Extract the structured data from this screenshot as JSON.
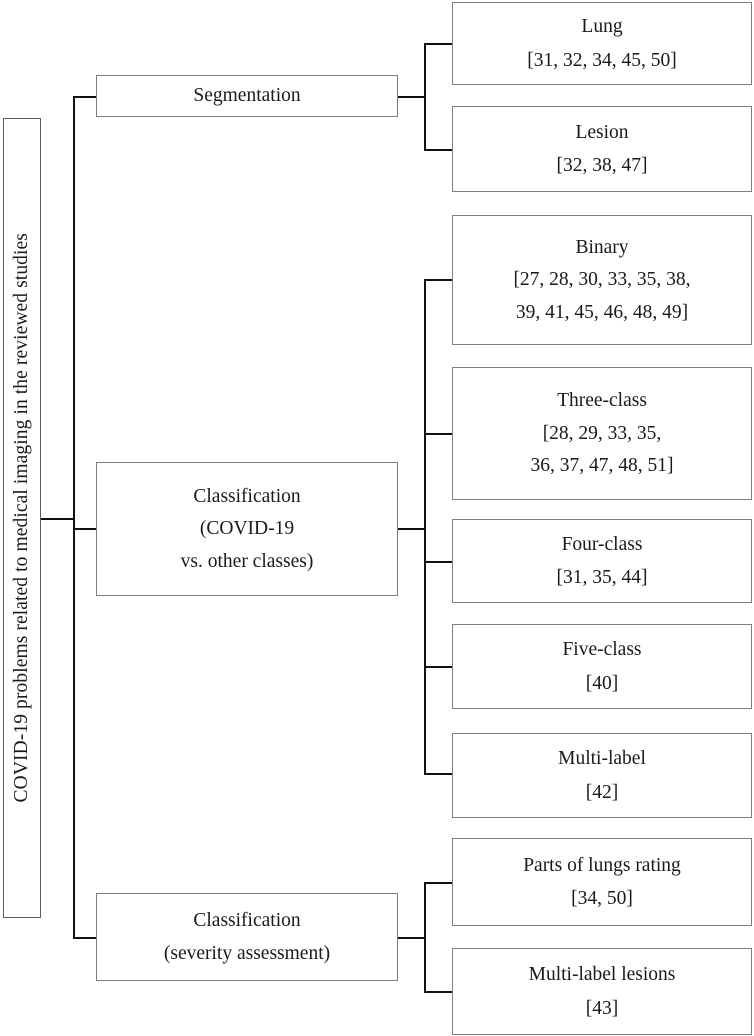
{
  "diagram": {
    "type": "tree-hierarchy",
    "root": {
      "label": "COVID-19 problems related to medical imaging in the reviewed studies"
    },
    "branches": [
      {
        "name": "segmentation",
        "label": "Segmentation",
        "children": [
          {
            "name": "lung",
            "title": "Lung",
            "refs": "[31, 32, 34, 45, 50]"
          },
          {
            "name": "lesion",
            "title": "Lesion",
            "refs": "[32, 38, 47]"
          }
        ]
      },
      {
        "name": "classification-covid",
        "label_line1": "Classification",
        "label_line2": "(COVID-19",
        "label_line3": "vs. other classes)",
        "children": [
          {
            "name": "binary",
            "title": "Binary",
            "refs_line1": "[27, 28, 30, 33, 35, 38,",
            "refs_line2": "39, 41, 45, 46, 48, 49]"
          },
          {
            "name": "three-class",
            "title": "Three-class",
            "refs_line1": "[28, 29, 33, 35,",
            "refs_line2": "36, 37, 47, 48, 51]"
          },
          {
            "name": "four-class",
            "title": "Four-class",
            "refs": "[31, 35, 44]"
          },
          {
            "name": "five-class",
            "title": "Five-class",
            "refs": "[40]"
          },
          {
            "name": "multi-label",
            "title": "Multi-label",
            "refs": "[42]"
          }
        ]
      },
      {
        "name": "classification-severity",
        "label_line1": "Classification",
        "label_line2": "(severity assessment)",
        "children": [
          {
            "name": "parts-of-lungs-rating",
            "title": "Parts of lungs rating",
            "refs": "[34, 50]"
          },
          {
            "name": "multi-label-lesions",
            "title": "Multi-label lesions",
            "refs": "[43]"
          }
        ]
      }
    ],
    "colors": {
      "box_border": "#7d7d7d",
      "connector": "#111111",
      "background": "#ffffff",
      "text": "#1a1a1a"
    }
  }
}
